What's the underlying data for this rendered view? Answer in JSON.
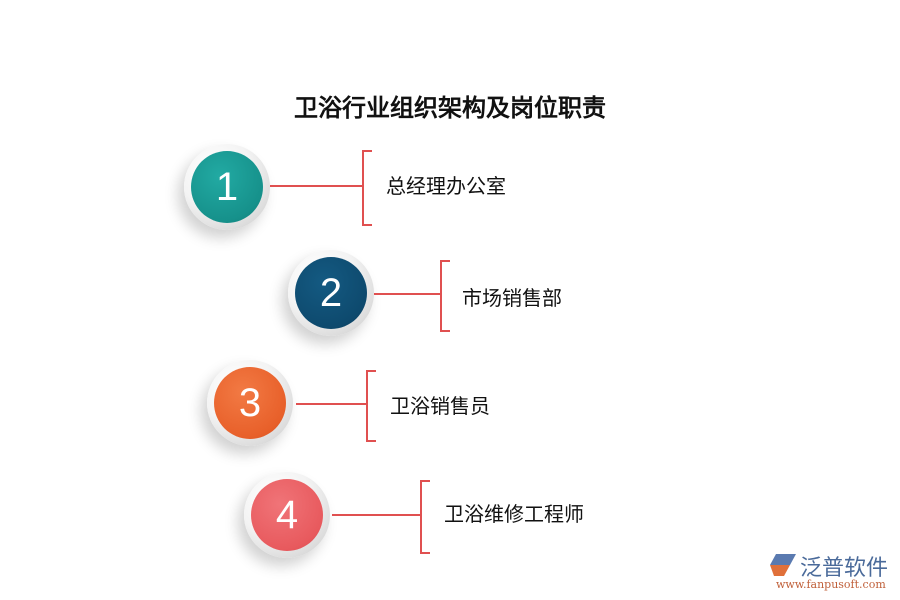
{
  "title": "卫浴行业组织架构及岗位职责",
  "items": [
    {
      "number": "1",
      "label": "总经理办公室",
      "color": "#1a9a94"
    },
    {
      "number": "2",
      "label": "市场销售部",
      "color": "#0e4a6e"
    },
    {
      "number": "3",
      "label": "卫浴销售员",
      "color": "#e8602a"
    },
    {
      "number": "4",
      "label": "卫浴维修工程师",
      "color": "#e85a5e"
    }
  ],
  "logo": {
    "name": "泛普软件",
    "url": "www.fanpusoft.com"
  },
  "accent_color": "#e05050"
}
